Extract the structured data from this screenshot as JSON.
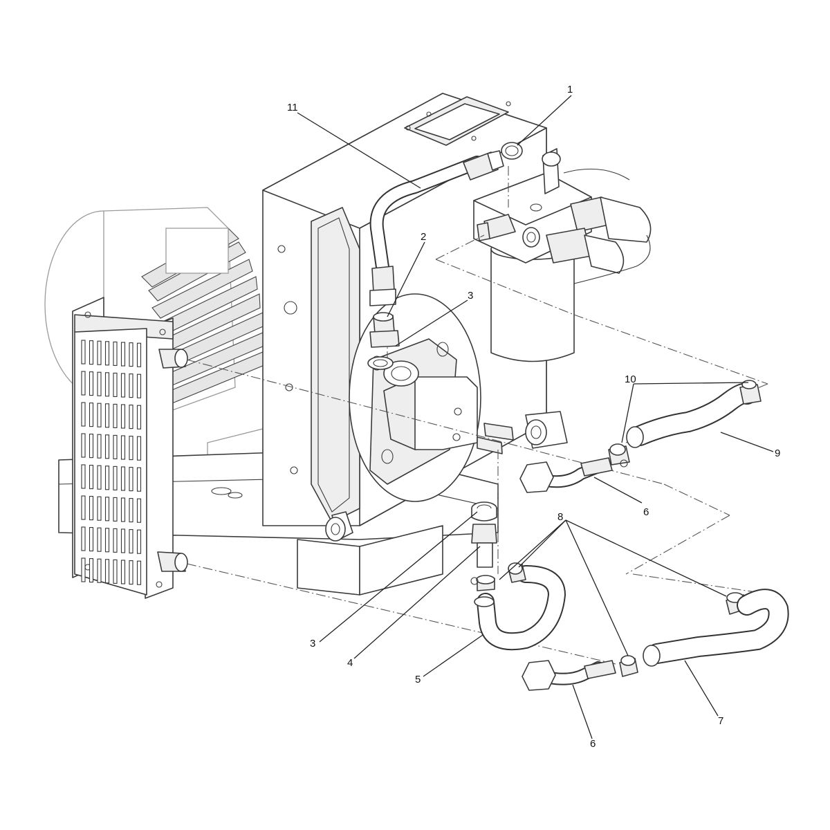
{
  "diagram": {
    "callouts": [
      {
        "id": "1",
        "label": "1"
      },
      {
        "id": "2",
        "label": "2"
      },
      {
        "id": "3a",
        "label": "3"
      },
      {
        "id": "3b",
        "label": "3"
      },
      {
        "id": "4",
        "label": "4"
      },
      {
        "id": "5",
        "label": "5"
      },
      {
        "id": "6a",
        "label": "6"
      },
      {
        "id": "6b",
        "label": "6"
      },
      {
        "id": "7",
        "label": "7"
      },
      {
        "id": "8",
        "label": "8"
      },
      {
        "id": "9",
        "label": "9"
      },
      {
        "id": "10",
        "label": "10"
      },
      {
        "id": "11",
        "label": "11"
      }
    ]
  }
}
